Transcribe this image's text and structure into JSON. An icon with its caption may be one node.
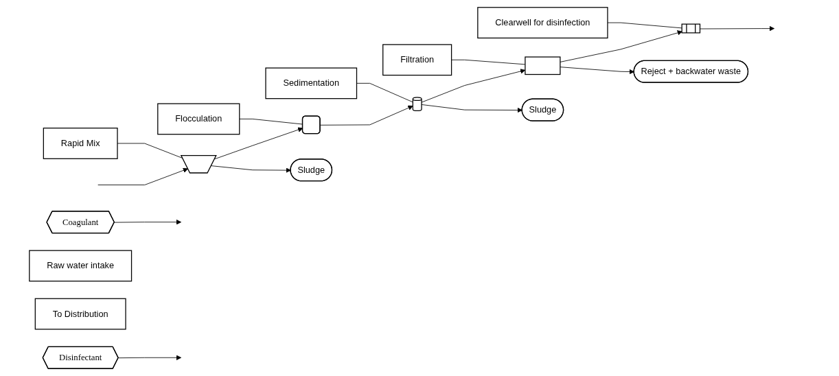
{
  "diagram": {
    "nodes": [
      {
        "text": [
          "Rapid Mix"
        ]
      },
      {
        "text": [
          "Flocculation"
        ]
      },
      {
        "text": [
          "Sedimentation"
        ]
      },
      {
        "text": [
          "Filtration"
        ]
      },
      {
        "text": [
          "Clearwell for disinfection"
        ]
      },
      {
        "text": [
          "Coagulant"
        ]
      },
      {
        "text": [
          "Disinfectant"
        ]
      },
      {
        "text": [
          "Raw water intake"
        ]
      },
      {
        "text": [],
        "shape": "trapezoid"
      },
      {
        "text": [],
        "shape": "box"
      },
      {
        "text": [],
        "shape": "cylinder"
      },
      {
        "text": [],
        "shape": "box"
      },
      {
        "text": [],
        "shape": "box"
      },
      {
        "text": [
          "To Distribution"
        ]
      },
      {
        "text": [
          "Sludge"
        ]
      },
      {
        "text": [
          "Sludge"
        ]
      },
      {
        "text": [
          "Reject + backwater waste"
        ]
      }
    ],
    "edges": [
      {
        "from": 0,
        "to": 8,
        "arrow": "none"
      },
      {
        "from": 1,
        "to": 9,
        "arrow": "none"
      },
      {
        "from": 2,
        "to": 10,
        "arrow": "none"
      },
      {
        "from": 3,
        "to": 11,
        "arrow": "none"
      },
      {
        "from": 4,
        "to": 12,
        "arrow": "none"
      },
      {
        "from": 5,
        "to": null,
        "arrow": "to"
      },
      {
        "from": 6,
        "to": null,
        "arrow": "to"
      },
      {
        "from": null,
        "to": 8,
        "arrow": "to"
      },
      {
        "from": 8,
        "to": 9,
        "arrow": "to"
      },
      {
        "from": 9,
        "to": 10,
        "arrow": "to"
      },
      {
        "from": 10,
        "to": 11,
        "arrow": "to"
      },
      {
        "from": 11,
        "to": 12,
        "arrow": "to"
      },
      {
        "from": 12,
        "to": null,
        "arrow": "to"
      },
      {
        "from": 8,
        "to": 14,
        "arrow": "to"
      },
      {
        "from": 10,
        "to": 15,
        "arrow": "to"
      },
      {
        "from": 11,
        "to": 16,
        "arrow": "to"
      }
    ]
  }
}
